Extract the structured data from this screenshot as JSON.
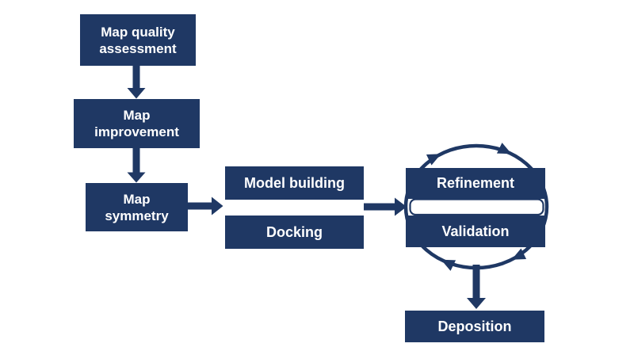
{
  "diagram": {
    "background": "#ffffff",
    "accent": "#1f3864",
    "text_color": "#ffffff",
    "nodes": {
      "map_quality_assessment": {
        "label": "Map quality\nassessment"
      },
      "map_improvement": {
        "label": "Map\nimprovement"
      },
      "map_symmetry": {
        "label": "Map\nsymmetry"
      },
      "model_building": {
        "label": "Model building"
      },
      "docking": {
        "label": "Docking"
      },
      "refinement": {
        "label": "Refinement"
      },
      "validation": {
        "label": "Validation"
      },
      "deposition": {
        "label": "Deposition"
      }
    }
  }
}
